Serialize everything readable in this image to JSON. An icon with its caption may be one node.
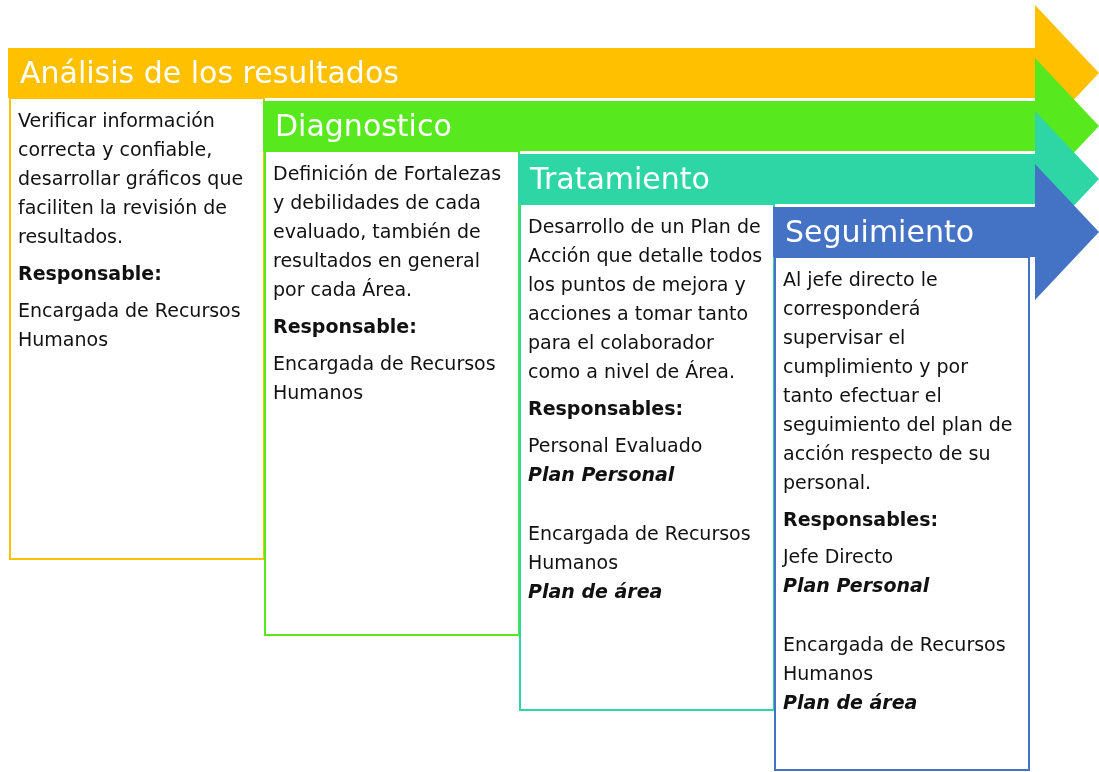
{
  "diagram": {
    "nodes": [
      {
        "text": [
          "Análisis de los resultados",
          "Verificar información correcta y confiable, desarrollar gráficos que faciliten la revisión de resultados.",
          "Responsable:",
          "Encargada de Recursos Humanos"
        ]
      },
      {
        "text": [
          "Diagnostico",
          "Definición de Fortalezas y debilidades de cada evaluado, también de resultados en general por cada Área.",
          "Responsable:",
          "Encargada de Recursos Humanos"
        ]
      },
      {
        "text": [
          "Tratamiento",
          "Desarrollo de un Plan de Acción que detalle todos los puntos de mejora y acciones a tomar tanto para el colaborador como a nivel de Área.",
          "Responsables:",
          "Personal Evaluado",
          "Plan Personal",
          "Encargada de Recursos Humanos",
          "Plan de área"
        ]
      },
      {
        "text": [
          "Seguimiento",
          "Al jefe directo le corresponderá supervisar el cumplimiento y por tanto efectuar el seguimiento del plan de acción respecto de su personal.",
          "Responsables:",
          "Jefe Directo",
          "Plan Personal",
          "Encargada de Recursos Humanos",
          "Plan de área"
        ]
      }
    ]
  }
}
